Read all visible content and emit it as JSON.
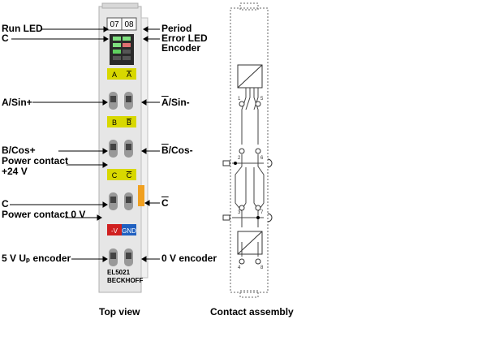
{
  "terminal": {
    "channel_left": "07",
    "channel_right": "08",
    "model": "EL5021",
    "brand": "BECKHOFF",
    "slot_a": "A",
    "slot_a_bar": "A",
    "slot_b": "B",
    "slot_b_bar": "B",
    "slot_c": "C",
    "slot_c_bar": "C",
    "slot_minus_v": "-V",
    "slot_gnd": "GND",
    "pin_numbers": [
      "1",
      "5",
      "2",
      "6",
      "3",
      "7",
      "4",
      "8"
    ]
  },
  "labels_left": {
    "run_led": "Run LED",
    "c_top": "C",
    "a_sin_plus": "A/Sin+",
    "b_cos_plus": "B/Cos+",
    "power_contact": "Power contact",
    "plus_24v": "+24 V",
    "c_mid": "C",
    "power_contact_0v": "Power contact 0 V",
    "five_v_encoder": "5 V Uₚ encoder"
  },
  "labels_right": {
    "period": "Period",
    "error_led": "Error LED",
    "encoder": "Encoder",
    "a_sin_minus_prefix": "A",
    "a_sin_minus_suffix": "/Sin-",
    "b_cos_minus_prefix": "B",
    "b_cos_minus_suffix": "/Cos-",
    "c_bar": "C",
    "zero_v_encoder": "0 V encoder"
  },
  "captions": {
    "top_view": "Top view",
    "contact_assembly": "Contact assembly"
  },
  "colors": {
    "housing": "#e4e4e4",
    "yellow": "#d4d400",
    "orange": "#f0a020",
    "red": "#d02020",
    "blue": "#2060c0",
    "green_led": "#30c030"
  }
}
